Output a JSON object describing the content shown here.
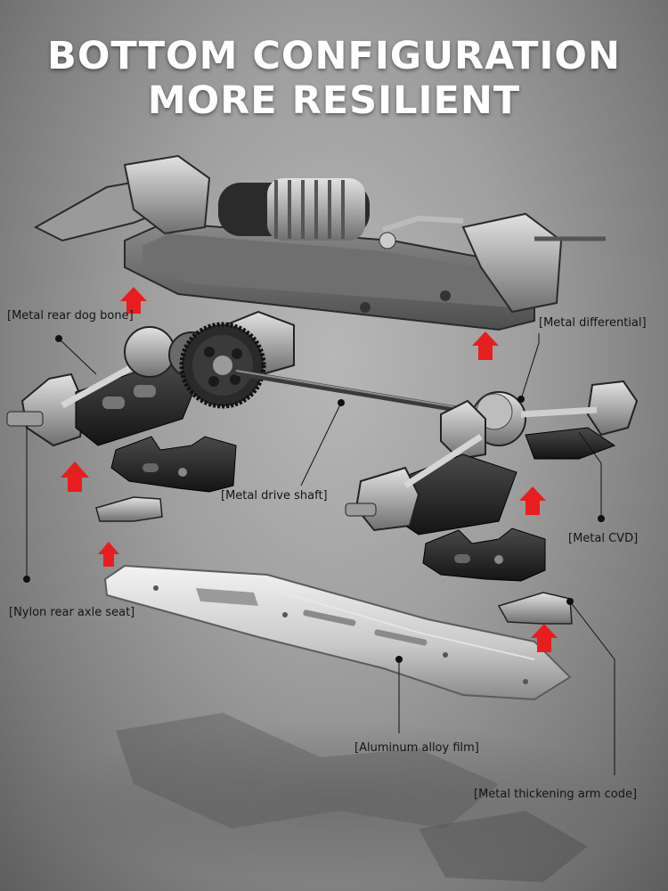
{
  "headline": {
    "line1": "BOTTOM CONFIGURATION",
    "line2": "MORE RESILIENT"
  },
  "callouts": {
    "rear_dog_bone": "[Metal rear dog bone]",
    "differential": "[Metal differential]",
    "drive_shaft": "[Metal drive shaft]",
    "cvd": "[Metal CVD]",
    "rear_axle_seat": "[Nylon rear axle seat]",
    "alloy_film": "[Aluminum alloy film]",
    "arm_code": "[Metal thickening arm code]"
  },
  "colors": {
    "headline": "#ffffff",
    "label_text": "#141414",
    "arrow_red": "#e81e1e",
    "part_dark": "#1c1c1c",
    "part_metal": "#b9b9b9"
  }
}
